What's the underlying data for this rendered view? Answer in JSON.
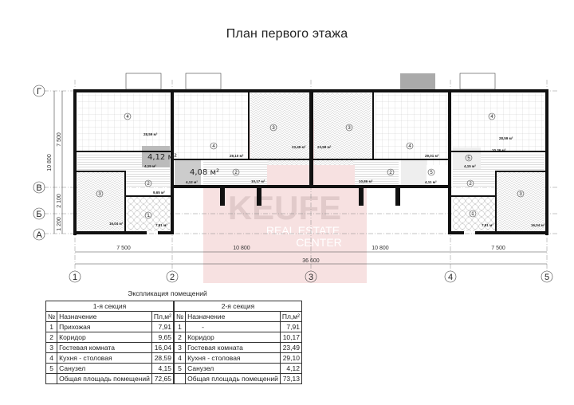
{
  "title": "План первого этажа",
  "axes": {
    "columns": [
      "1",
      "2",
      "3",
      "4",
      "5"
    ],
    "rows": [
      "Г",
      "В",
      "Б",
      "А"
    ]
  },
  "dimensions": {
    "horizontal": [
      "7 500",
      "10 800",
      "10 800",
      "7 500"
    ],
    "total": "36 600",
    "vertical": [
      "7 500",
      "2 100",
      "1 200"
    ],
    "vertical_total": "10 800"
  },
  "rooms": {
    "left": [
      {
        "num": "4",
        "area": "28,59 м²"
      },
      {
        "num": "5",
        "area": "4,15 м²",
        "handwritten": "4,12 м²"
      },
      {
        "num": "2",
        "area": "9,65 м²"
      },
      {
        "num": "3",
        "area": "16,04 м²"
      },
      {
        "num": "1",
        "area": "7,91 м²"
      }
    ],
    "center_left": [
      {
        "num": "4",
        "area": "29,10 м²"
      },
      {
        "num": "5",
        "area": "4,12 м²",
        "handwritten": "4,08 м²"
      },
      {
        "num": "2",
        "area": "10,17 м²"
      },
      {
        "num": "3",
        "area": "23,49 м²"
      }
    ],
    "center_right": [
      {
        "num": "3",
        "area": "23,58 м²"
      },
      {
        "num": "2",
        "area": "10,86 м²"
      },
      {
        "num": "4",
        "area": "29,01 м²"
      },
      {
        "num": "5",
        "area": "4,11 м²"
      }
    ],
    "right": [
      {
        "num": "4",
        "area": "28,59 м²"
      },
      {
        "num": "5",
        "area": "4,15 м²"
      },
      {
        "num": "2",
        "area": "10,36 м²"
      },
      {
        "num": "3",
        "area": "16,04 м²"
      },
      {
        "num": "1",
        "area": "7,91 м²"
      }
    ]
  },
  "watermark": {
    "brand": "KEUFE",
    "line1": "REAL ESTATE",
    "line2": "CENTER",
    "color": "#e8b4b4"
  },
  "table": {
    "caption": "Экспликация помещений",
    "sections": [
      "1-я секция",
      "2-я секция"
    ],
    "headers": [
      "№",
      "Назначение",
      "Пл,м²"
    ],
    "section1": [
      [
        "1",
        "Прихожая",
        "7,91"
      ],
      [
        "2",
        "Коридор",
        "9,65"
      ],
      [
        "3",
        "Гостевая комната",
        "16,04"
      ],
      [
        "4",
        "Кухня - столовая",
        "28,59"
      ],
      [
        "5",
        "Санузел",
        "4,15"
      ]
    ],
    "section2": [
      [
        "1",
        "-",
        "7,91"
      ],
      [
        "2",
        "Коридор",
        "10,17"
      ],
      [
        "3",
        "Гостевая комната",
        "23,49"
      ],
      [
        "4",
        "Кухня - столовая",
        "29,10"
      ],
      [
        "5",
        "Санузел",
        "4,12"
      ]
    ],
    "total_label": "Общая площадь помещений",
    "total1": "72,65",
    "total2": "73,13"
  }
}
